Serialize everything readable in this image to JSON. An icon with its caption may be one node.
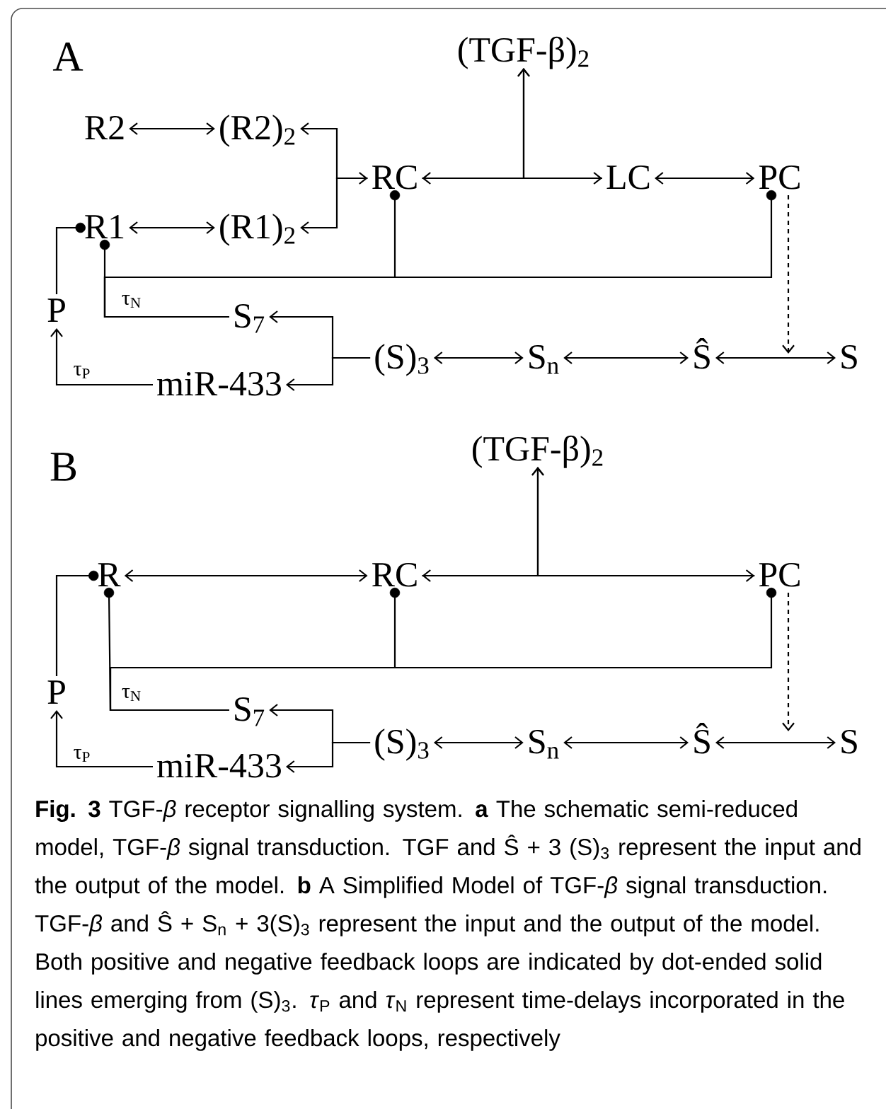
{
  "diagram": {
    "caption": "**Fig. 3** TGF-*β* receptor signalling system. **a** The schematic semi-reduced model, TGF-*β* signal transduction. TGF and Ŝ + 3 (S)$_{3}$ represent the input and the output of the model. **b** A Simplified Model of TGF-*β* signal transduction. TGF-*β* and Ŝ + S$_{n}$ + 3(S)$_{3}$ represent the input and the output of the model. Both positive and negative feedback loops are indicated by dot-ended solid lines emerging from (S)$_{3}$. *τ*$_{P}$ and *τ*$_{N}$ represent time-delays incorporated in the positive and negative feedback loops, respectively",
    "nodes": [
      {
        "text": [
          "(TGF-β)$_{2}$"
        ]
      },
      {
        "text": [
          "R2"
        ]
      },
      {
        "text": [
          "(R2)$_{2}$"
        ]
      },
      {
        "text": [
          "RC"
        ]
      },
      {
        "text": [
          "LC"
        ]
      },
      {
        "text": [
          "PC"
        ]
      },
      {
        "text": [
          "R1"
        ]
      },
      {
        "text": [
          "(R1)$_{2}$"
        ]
      },
      {
        "text": [
          "P"
        ]
      },
      {
        "text": [
          "S$_{7}$"
        ]
      },
      {
        "text": [
          "miR-433"
        ]
      },
      {
        "text": [
          "(S)$_{3}$"
        ]
      },
      {
        "text": [
          "S$_{n}$"
        ]
      },
      {
        "text": [
          "Ŝ"
        ]
      },
      {
        "text": [
          "S"
        ]
      },
      {
        "text": [
          "(TGF-β)$_{2}$"
        ]
      },
      {
        "text": [
          "R"
        ]
      },
      {
        "text": [
          "RC"
        ]
      },
      {
        "text": [
          "PC"
        ]
      },
      {
        "text": [
          "P"
        ]
      },
      {
        "text": [
          "S$_{7}$"
        ]
      },
      {
        "text": [
          "miR-433"
        ]
      },
      {
        "text": [
          "(S)$_{3}$"
        ]
      },
      {
        "text": [
          "S$_{n}$"
        ]
      },
      {
        "text": [
          "Ŝ"
        ]
      },
      {
        "text": [
          "S"
        ]
      }
    ],
    "edges": [
      {
        "from": 1,
        "to": 2,
        "arrow": "both"
      },
      {
        "from": 6,
        "to": 7,
        "arrow": "both"
      },
      {
        "from": 2,
        "to": 3,
        "arrow": "both"
      },
      {
        "from": 3,
        "to": 7,
        "arrow": "to"
      },
      {
        "from": 3,
        "to": 4,
        "arrow": "both"
      },
      {
        "from": 3,
        "to": 0,
        "arrow": "to"
      },
      {
        "from": 4,
        "to": 0,
        "arrow": "to"
      },
      {
        "from": 4,
        "to": 5,
        "arrow": "both"
      },
      {
        "from": 5,
        "to": null,
        "arrow": "to",
        "style": "dashed"
      },
      {
        "from": 11,
        "to": 9,
        "arrow": "to"
      },
      {
        "from": 11,
        "to": 10,
        "arrow": "to"
      },
      {
        "from": 11,
        "to": 12,
        "arrow": "both"
      },
      {
        "from": 12,
        "to": 13,
        "arrow": "both"
      },
      {
        "from": 13,
        "to": 14,
        "arrow": "both"
      },
      {
        "from": 9,
        "to": 6,
        "arrow": "other",
        "label": "τ$_{N}$"
      },
      {
        "from": 9,
        "to": 3,
        "arrow": "other"
      },
      {
        "from": 9,
        "to": 5,
        "arrow": "other"
      },
      {
        "from": 10,
        "to": 8,
        "arrow": "to",
        "label": "τ$_{P}$"
      },
      {
        "from": 8,
        "to": 6,
        "arrow": "other"
      },
      {
        "from": 16,
        "to": 17,
        "arrow": "both"
      },
      {
        "from": 17,
        "to": 18,
        "arrow": "both"
      },
      {
        "from": 17,
        "to": 15,
        "arrow": "to"
      },
      {
        "from": 18,
        "to": 15,
        "arrow": "to"
      },
      {
        "from": 18,
        "to": null,
        "arrow": "to",
        "style": "dashed"
      },
      {
        "from": 22,
        "to": 20,
        "arrow": "to"
      },
      {
        "from": 22,
        "to": 21,
        "arrow": "to"
      },
      {
        "from": 22,
        "to": 23,
        "arrow": "both"
      },
      {
        "from": 23,
        "to": 24,
        "arrow": "both"
      },
      {
        "from": 24,
        "to": 25,
        "arrow": "both"
      },
      {
        "from": 20,
        "to": 16,
        "arrow": "other",
        "label": "τ$_{N}$"
      },
      {
        "from": 20,
        "to": 17,
        "arrow": "other"
      },
      {
        "from": 20,
        "to": 18,
        "arrow": "other"
      },
      {
        "from": 21,
        "to": 19,
        "arrow": "to",
        "label": "τ$_{P}$"
      },
      {
        "from": 19,
        "to": 16,
        "arrow": "other"
      }
    ],
    "labels": [
      "A",
      "B"
    ]
  }
}
